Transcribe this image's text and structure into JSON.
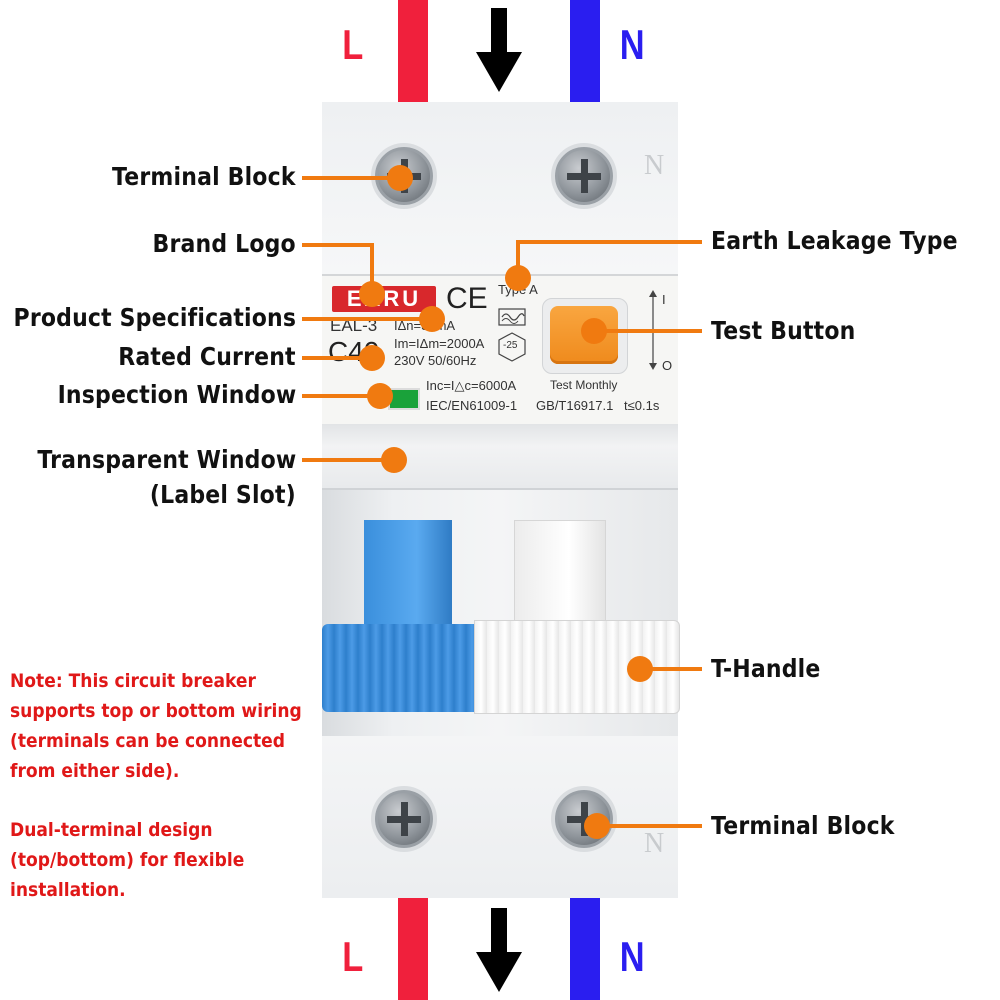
{
  "poles": {
    "line": "L",
    "neutral": "N"
  },
  "brand": {
    "logo_text": "EARU",
    "ce_mark": "CE"
  },
  "specs": {
    "model": "EAL-3",
    "sensitivity": "IΔn=30mA",
    "rated_current": "C40",
    "im": "Im=IΔm=2000A",
    "voltage": "230V 50/60Hz",
    "inc": "Inc=I△c=6000A",
    "standard1": "IEC/EN61009-1",
    "standard2": "GB/T16917.1",
    "trip_time": "t≤0.1s",
    "type": "Type A",
    "temp": "-25",
    "test_label": "Test Monthly",
    "on_mark": "I",
    "off_mark": "O",
    "body_n": "N"
  },
  "labels": {
    "terminal_block_top": "Terminal Block",
    "brand_logo": "Brand Logo",
    "product_specifications": "Product Specifications",
    "rated_current": "Rated Current",
    "inspection_window": "Inspection Window",
    "transparent_window_1": "Transparent Window",
    "transparent_window_2": "(Label Slot)",
    "earth_leakage_type": "Earth Leakage Type",
    "test_button": "Test Button",
    "t_handle": "T-Handle",
    "terminal_block_bottom": "Terminal Block"
  },
  "notes": {
    "lines_1": [
      "Note: This circuit breaker",
      "supports top or bottom wiring",
      "(terminals can be connected",
      "from either side)."
    ],
    "lines_2": [
      "Dual-terminal design",
      "(top/bottom) for flexible",
      "installation."
    ]
  },
  "colors": {
    "line_wire": "#f0203c",
    "neutral_wire": "#2a1ef0",
    "callout": "#f07a10",
    "note_text": "#e01818",
    "handle_blue": "#2e86d6",
    "test_button": "#f5962a"
  }
}
